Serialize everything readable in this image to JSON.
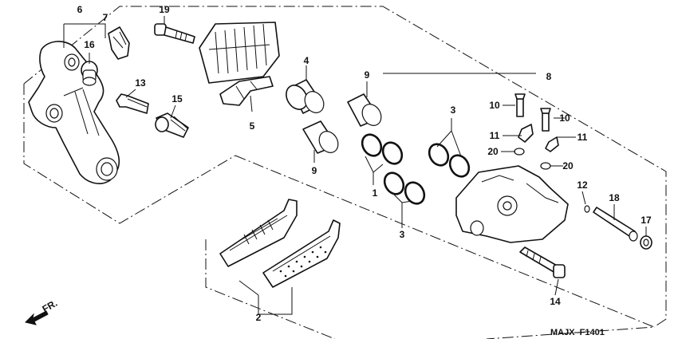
{
  "diagram": {
    "code": "MAJX–F1401",
    "direction_label": "FR.",
    "callouts": [
      {
        "id": "c1",
        "text": "1"
      },
      {
        "id": "c2",
        "text": "2"
      },
      {
        "id": "c3a",
        "text": "3"
      },
      {
        "id": "c3b",
        "text": "3"
      },
      {
        "id": "c4",
        "text": "4"
      },
      {
        "id": "c5",
        "text": "5"
      },
      {
        "id": "c6",
        "text": "6"
      },
      {
        "id": "c7",
        "text": "7"
      },
      {
        "id": "c8",
        "text": "8"
      },
      {
        "id": "c9a",
        "text": "9"
      },
      {
        "id": "c9b",
        "text": "9"
      },
      {
        "id": "c10a",
        "text": "10"
      },
      {
        "id": "c10b",
        "text": "10"
      },
      {
        "id": "c11a",
        "text": "11"
      },
      {
        "id": "c11b",
        "text": "11"
      },
      {
        "id": "c12",
        "text": "12"
      },
      {
        "id": "c13",
        "text": "13"
      },
      {
        "id": "c14",
        "text": "14"
      },
      {
        "id": "c15",
        "text": "15"
      },
      {
        "id": "c16",
        "text": "16"
      },
      {
        "id": "c17",
        "text": "17"
      },
      {
        "id": "c18",
        "text": "18"
      },
      {
        "id": "c19",
        "text": "19"
      },
      {
        "id": "c20a",
        "text": "20"
      },
      {
        "id": "c20b",
        "text": "20"
      }
    ]
  }
}
